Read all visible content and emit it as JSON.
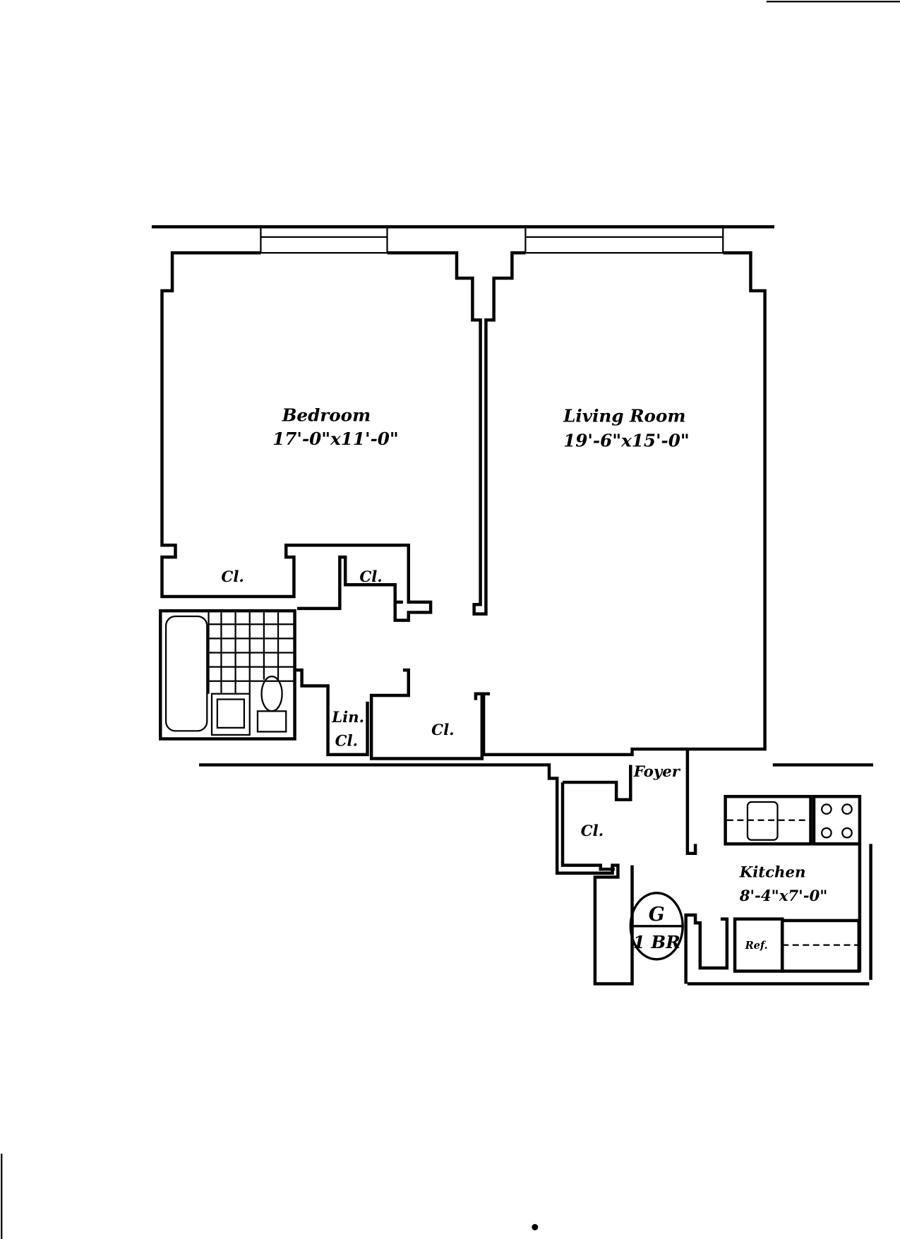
{
  "rooms": {
    "bedroom": {
      "name": "Bedroom",
      "size": "17'-0\"x11'-0\""
    },
    "living": {
      "name": "Living Room",
      "size": "19'-6\"x15'-0\""
    },
    "kitchen": {
      "name": "Kitchen",
      "size": "8'-4\"x7'-0\""
    },
    "foyer": {
      "name": "Foyer"
    }
  },
  "closets": {
    "bedroom_closet": "Cl.",
    "hall_closet_upper": "Cl.",
    "hall_closet_lower": "Cl.",
    "foyer_closet": "Cl.",
    "linen_closet_line1": "Lin.",
    "linen_closet_line2": "Cl."
  },
  "appliances": {
    "refrigerator": "Ref."
  },
  "unit_badge": {
    "letter": "G",
    "type": "1 BR"
  }
}
